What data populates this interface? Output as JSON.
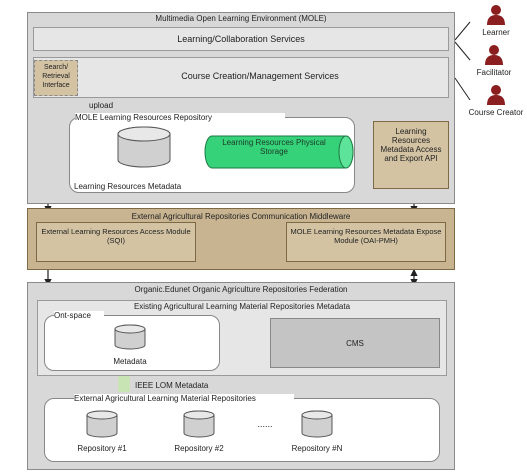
{
  "mole": {
    "title": "Multimedia Open Learning Environment (MOLE)",
    "learning_services": "Learning/Collaboration Services",
    "course_services": "Course Creation/Management Services",
    "search_interface": "Search/ Retrieval Interface",
    "upload_label": "upload",
    "repo_title": "MOLE Learning Resources Repository",
    "physical_storage": "Learning Resources Physical Storage",
    "metadata_label": "Learning Resources Metadata",
    "export_api": "Learning Resources Metadata Access and Export API"
  },
  "actors": [
    {
      "name": "Learner",
      "icon": "person-icon"
    },
    {
      "name": "Facilitator",
      "icon": "person-icon"
    },
    {
      "name": "Course Creator",
      "icon": "person-icon"
    }
  ],
  "middleware": {
    "title": "External Agricultural Repositories Communication Middleware",
    "external_access": "External Learning Resources Access Module (SQI)",
    "expose_module": "MOLE Learning Resources Metadata Expose Module (OAI-PMH)"
  },
  "federation": {
    "title": "Organic.Edunet Organic Agriculture Repositories Federation",
    "existing_repos": "Existing Agricultural Learning Material Repositories Metadata",
    "ont_space": "Ont-space",
    "metadata": "Metadata",
    "cms": "CMS",
    "ieee_lom": "IEEE LOM Metadata",
    "external_repos": "External Agricultural Learning Material Repositories",
    "repositories": [
      "Repository #1",
      "Repository #2",
      "Repository #N"
    ],
    "dots": "......"
  }
}
